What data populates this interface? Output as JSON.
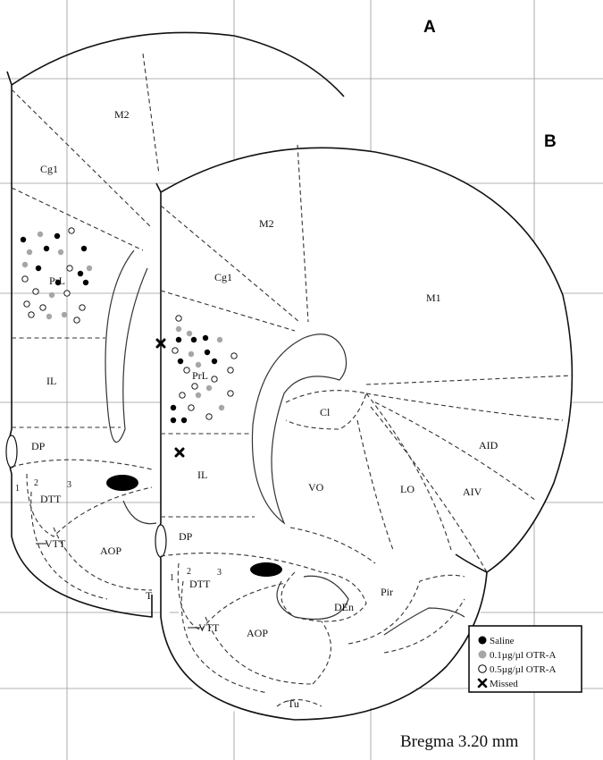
{
  "panels": {
    "a_label": "A",
    "b_label": "B"
  },
  "regions_a": {
    "m2": "M2",
    "cg1": "Cg1",
    "prl": "PrL",
    "il": "IL",
    "dp": "DP",
    "dtt": "DTT",
    "vtt": "VTT",
    "aop": "AOP",
    "t": "T",
    "layer1": "1",
    "layer2": "2",
    "layer3": "3"
  },
  "regions_b": {
    "m2": "M2",
    "cg1": "Cg1",
    "m1": "M1",
    "prl": "PrL",
    "cl": "Cl",
    "il": "IL",
    "vo": "VO",
    "lo": "LO",
    "aid": "AID",
    "aiv": "AIV",
    "dp": "DP",
    "dtt": "DTT",
    "vtt": "VTT",
    "aop": "AOP",
    "den": "DEn",
    "pir": "Pir",
    "tu": "Tu",
    "layer1": "1",
    "layer2": "2",
    "layer3": "3"
  },
  "legend": {
    "items": [
      {
        "label": "Saline",
        "marker": "filled-circle",
        "color": "#000000"
      },
      {
        "label": "0.1µg/µl OTR-A",
        "marker": "gray-circle",
        "color": "#a6a6a6"
      },
      {
        "label": "0.5µg/µl OTR-A",
        "marker": "open-circle",
        "color": "#ffffff"
      },
      {
        "label": "Missed",
        "marker": "cross",
        "color": "#000000"
      }
    ]
  },
  "caption": "Bregma 3.20 mm",
  "injection_sites": {
    "panel_a": {
      "saline": 8,
      "otr_0_1": 8,
      "otr_0_5": 10
    },
    "panel_b": {
      "saline": 8,
      "otr_0_1": 8,
      "otr_0_5": 10,
      "missed": 2
    }
  }
}
